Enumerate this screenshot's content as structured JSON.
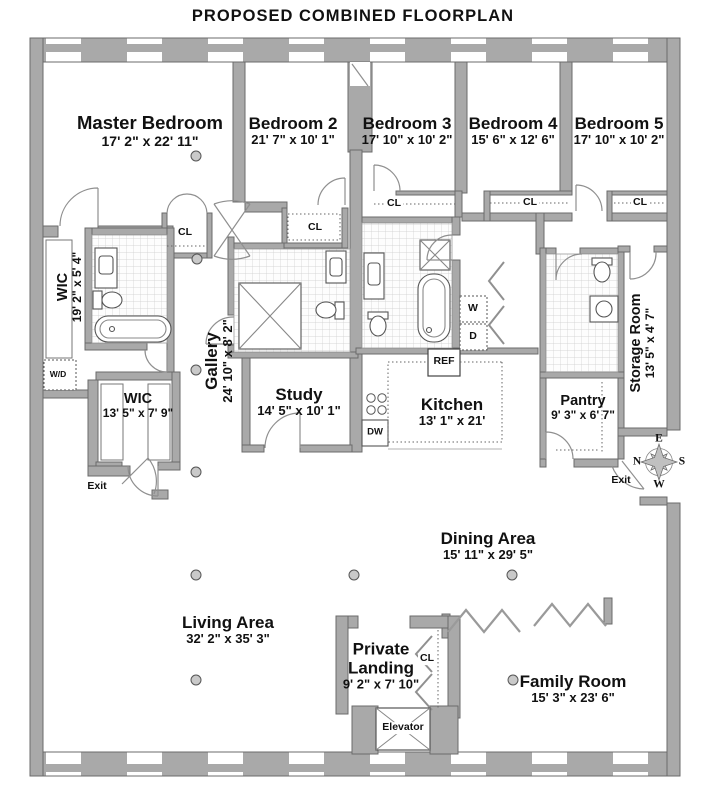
{
  "title": "PROPOSED COMBINED FLOORPLAN",
  "rooms": {
    "master": {
      "name": "Master Bedroom",
      "dims": "17' 2\" x 22' 11\""
    },
    "bedroom2": {
      "name": "Bedroom 2",
      "dims": "21' 7\" x 10' 1\""
    },
    "bedroom3": {
      "name": "Bedroom 3",
      "dims": "17' 10\" x 10' 2\""
    },
    "bedroom4": {
      "name": "Bedroom 4",
      "dims": "15' 6\" x 12' 6\""
    },
    "bedroom5": {
      "name": "Bedroom 5",
      "dims": "17' 10\" x 10' 2\""
    },
    "wic1": {
      "name": "WIC",
      "dims": "19' 2\" x 5' 4\""
    },
    "wic2": {
      "name": "WIC",
      "dims": "13' 5\" x 7' 9\""
    },
    "gallery": {
      "name": "Gallery",
      "dims": "24' 10\" x 8' 2\""
    },
    "study": {
      "name": "Study",
      "dims": "14' 5\" x 10' 1\""
    },
    "kitchen": {
      "name": "Kitchen",
      "dims": "13' 1\" x 21'"
    },
    "pantry": {
      "name": "Pantry",
      "dims": "9' 3\" x 6' 7\""
    },
    "storage": {
      "name": "Storage Room",
      "dims": "13' 5\" x 4' 7\""
    },
    "dining": {
      "name": "Dining Area",
      "dims": "15' 11\" x 29' 5\""
    },
    "living": {
      "name": "Living Area",
      "dims": "32' 2\" x 35' 3\""
    },
    "landing": {
      "name": "Private",
      "name2": "Landing",
      "dims": "9' 2\" x 7' 10\""
    },
    "family": {
      "name": "Family Room",
      "dims": "15' 3\" x 23' 6\""
    }
  },
  "labels": {
    "closet": "CL",
    "washer_dryer": "W/D",
    "washer": "W",
    "dryer": "D",
    "refrigerator": "REF",
    "dishwasher": "DW",
    "exit": "Exit",
    "elevator": "Elevator"
  },
  "compass": {
    "north": "N",
    "east": "E",
    "south": "S",
    "west": "W"
  },
  "colors": {
    "wall": "#a9a9a9",
    "wall_edge": "#6b6b6b",
    "tile_line": "#cccccc"
  }
}
